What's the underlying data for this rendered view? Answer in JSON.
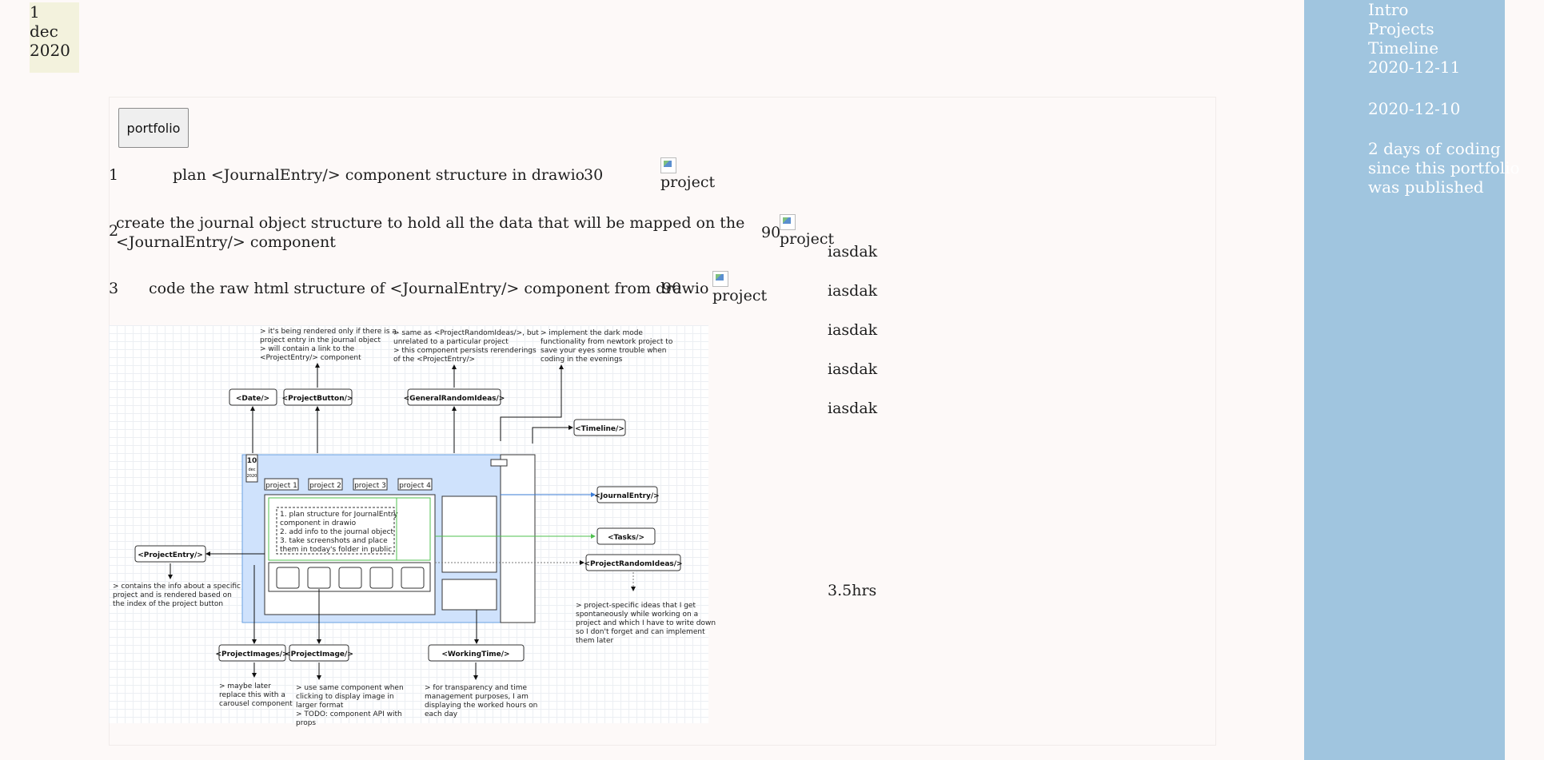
{
  "date_box": {
    "day": "1",
    "month": "dec",
    "year": "2020"
  },
  "sidebar": {
    "links": [
      "Intro",
      "Projects",
      "Timeline",
      "2020-12-11"
    ],
    "date2": "2020-12-10",
    "note": "2 days of coding since this portfolio was published"
  },
  "portfolio_label": "portfolio",
  "tasks": [
    {
      "num": "1",
      "text": "plan <JournalEntry/> component structure in drawio",
      "minutes": "30",
      "img_alt": "project"
    },
    {
      "num": "2",
      "text_line1": "create the journal object structure to hold all the data that will be mapped on the",
      "text_line2": "<JournalEntry/> component",
      "minutes": "90",
      "img_alt": "project"
    },
    {
      "num": "3",
      "text": "code the raw html structure of <JournalEntry/> component from drawio",
      "minutes": "90",
      "img_alt": "project"
    }
  ],
  "ideas": [
    "iasdak",
    "iasdak",
    "iasdak",
    "iasdak",
    "iasdak"
  ],
  "working_time": "3.5hrs",
  "diagram": {
    "ann_top_1": [
      "> it's being rendered only if there is a",
      "project entry in the journal object",
      "> will contain a link to the",
      "<ProjectEntry/> component"
    ],
    "ann_top_2": [
      "> same as <ProjectRandomIdeas/>, but",
      "unrelated to a particular project",
      "> this component persists rerenderings",
      "of the <ProjectEntry/>"
    ],
    "ann_top_3": [
      "> implement the dark mode",
      "functionality from newtork project to",
      "save your eyes some trouble when",
      "coding in the evenings"
    ],
    "date_comp": "<Date/>",
    "project_button": "<ProjectButton/>",
    "general_ideas": "<GeneralRandomIdeas/>",
    "timeline": "<Timeline/>",
    "journal_entry": "<JournalEntry/>",
    "tasks_comp": "<Tasks/>",
    "project_random_ideas": "<ProjectRandomIdeas/>",
    "project_entry": "<ProjectEntry/>",
    "project_images": "<ProjectImages/>",
    "project_image": "<ProjectImage/>",
    "working_time_comp": "<WorkingTime/>",
    "mini_date": [
      "10",
      "dec",
      "2020"
    ],
    "tabs": [
      "project 1",
      "project 2",
      "project 3",
      "project 4"
    ],
    "task_list": [
      "1. plan structure for JournalEntry",
      "component in drawio",
      "2. add info to the journal object",
      "3. take screenshots and place",
      "them in today's folder in public"
    ],
    "ann_entry": [
      "> contains the info about a specific",
      "project and is rendered based on",
      "the index of the project button"
    ],
    "ann_ideas": [
      "> project-specific ideas that I get",
      "spontaneously while working on a",
      "project and which I have to write down",
      "so I don't forget and can implement",
      "them later"
    ],
    "ann_images": [
      "> maybe later",
      "replace this with a",
      "carousel component"
    ],
    "ann_image": [
      "> use same component when",
      "clicking to display image in",
      "larger format",
      "> TODO: component API with",
      "props"
    ],
    "ann_worktime": [
      "> for transparency and time",
      "management purposes, I am",
      "displaying the worked hours on",
      "each day"
    ]
  }
}
